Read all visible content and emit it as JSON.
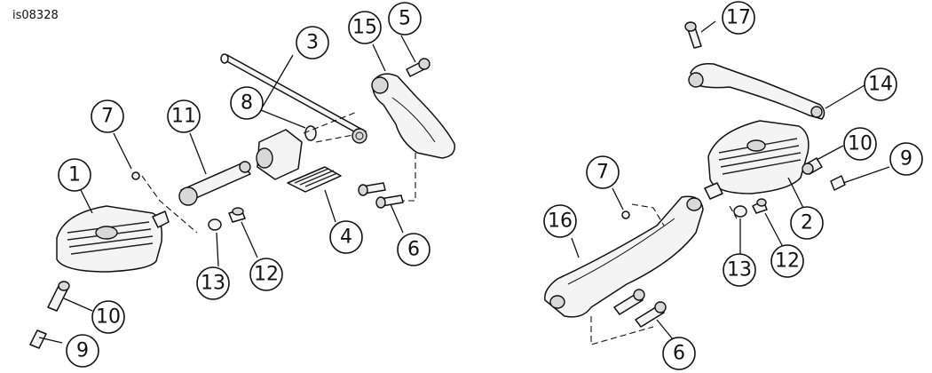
{
  "figure": {
    "id": "is08328",
    "callouts": {
      "left_1": "1",
      "left_3": "3",
      "left_4": "4",
      "left_5": "5",
      "left_6": "6",
      "left_7": "7",
      "left_8": "8",
      "left_9": "9",
      "left_10": "10",
      "left_11": "11",
      "left_12": "12",
      "left_13": "13",
      "left_15": "15",
      "right_2": "2",
      "right_6": "6",
      "right_7": "7",
      "right_9": "9",
      "right_10": "10",
      "right_12": "12",
      "right_13": "13",
      "right_14": "14",
      "right_16": "16",
      "right_17": "17"
    }
  }
}
